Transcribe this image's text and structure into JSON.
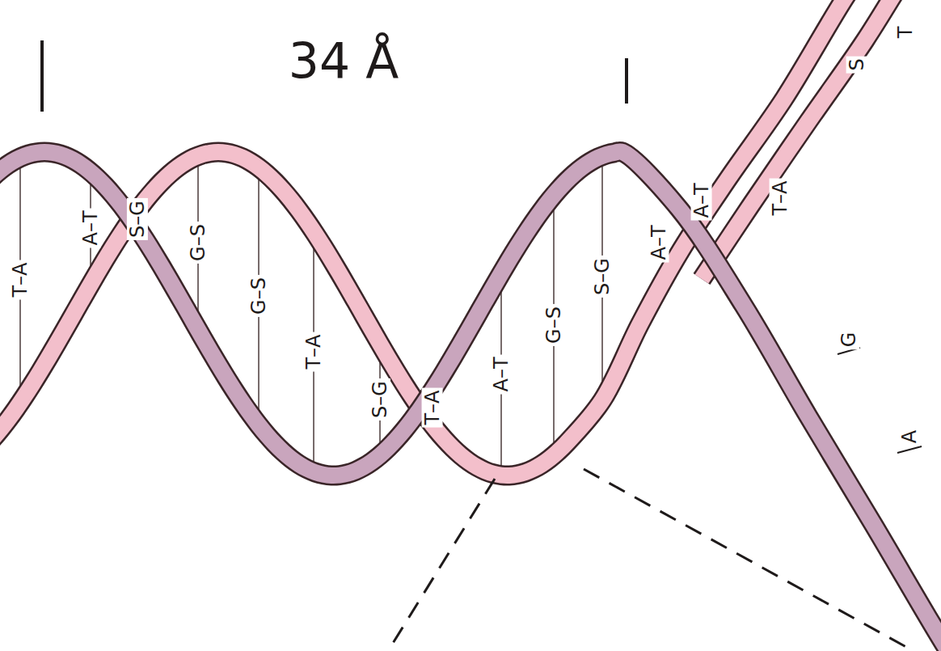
{
  "diagram": {
    "labels": [
      "34 Å",
      "T–A",
      "A–T",
      "S–G",
      "G–S",
      "G–S",
      "T–A",
      "S–G",
      "T–A",
      "A–T",
      "G–S",
      "S–G",
      "A–T",
      "A–T",
      "T–A",
      "G",
      "A",
      "S",
      "T"
    ]
  }
}
